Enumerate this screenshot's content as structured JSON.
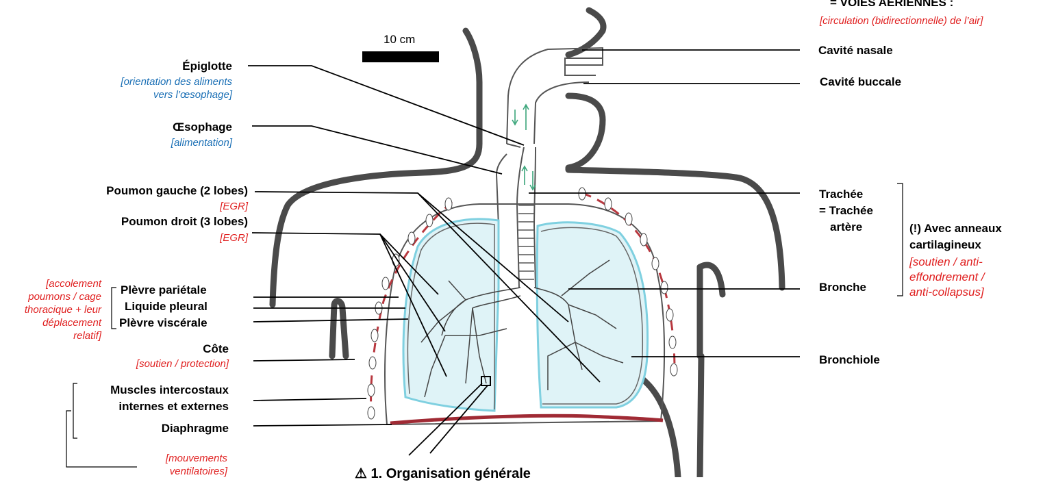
{
  "scale_bar": {
    "label": "10 cm"
  },
  "header": {
    "title": "= VOIES AÉRIENNES :",
    "subtitle": "[circulation (bidirectionnelle) de l’air]"
  },
  "left_labels": {
    "epiglotte": "Épiglotte",
    "epiglotte_note_1": "[orientation des aliments",
    "epiglotte_note_2": "vers l’œsophage]",
    "oesophage": "Œsophage",
    "oesophage_note": "[alimentation]",
    "poumon_gauche": "Poumon gauche (2 lobes)",
    "poumon_gauche_note": "[EGR]",
    "poumon_droit": "Poumon droit (3 lobes)",
    "poumon_droit_note": "[EGR]",
    "plevre_parietale": "Plèvre pariétale",
    "liquide_pleural": "Liquide pleural",
    "plevre_viscerale": "Plèvre viscérale",
    "plevre_note_1": "[accolement",
    "plevre_note_2": "poumons / cage",
    "plevre_note_3": "thoracique + leur",
    "plevre_note_4": "déplacement",
    "plevre_note_5": "relatif]",
    "cote": "Côte",
    "cote_note": "[soutien / protection]",
    "muscles_1": "Muscles intercostaux",
    "muscles_2": "internes et externes",
    "diaphragme": "Diaphragme",
    "mouvements_note_1": "[mouvements",
    "mouvements_note_2": "ventilatoires]"
  },
  "right_labels": {
    "cavite_nasale": "Cavité nasale",
    "cavite_buccale": "Cavité buccale",
    "trachee": "Trachée",
    "trachee_2": "= Trachée",
    "trachee_3": "artère",
    "bronche": "Bronche",
    "bronchiole": "Bronchiole",
    "anneaux_1": "(!) Avec anneaux",
    "anneaux_2": "cartilagineux",
    "anneaux_note_1": "[soutien / anti-",
    "anneaux_note_2": "effondrement /",
    "anneaux_note_3": "anti-collapsus]"
  },
  "footer": {
    "caption": "⚠ 1. Organisation générale"
  },
  "colors": {
    "body_outline": "#4a4a4a",
    "rib": "#b8383f",
    "lung_fill": "#dff3f7",
    "diaphragm": "#a02a34",
    "note_blue": "#1a6fb5",
    "note_red": "#e02020",
    "arrow_green": "#3aa57a"
  }
}
